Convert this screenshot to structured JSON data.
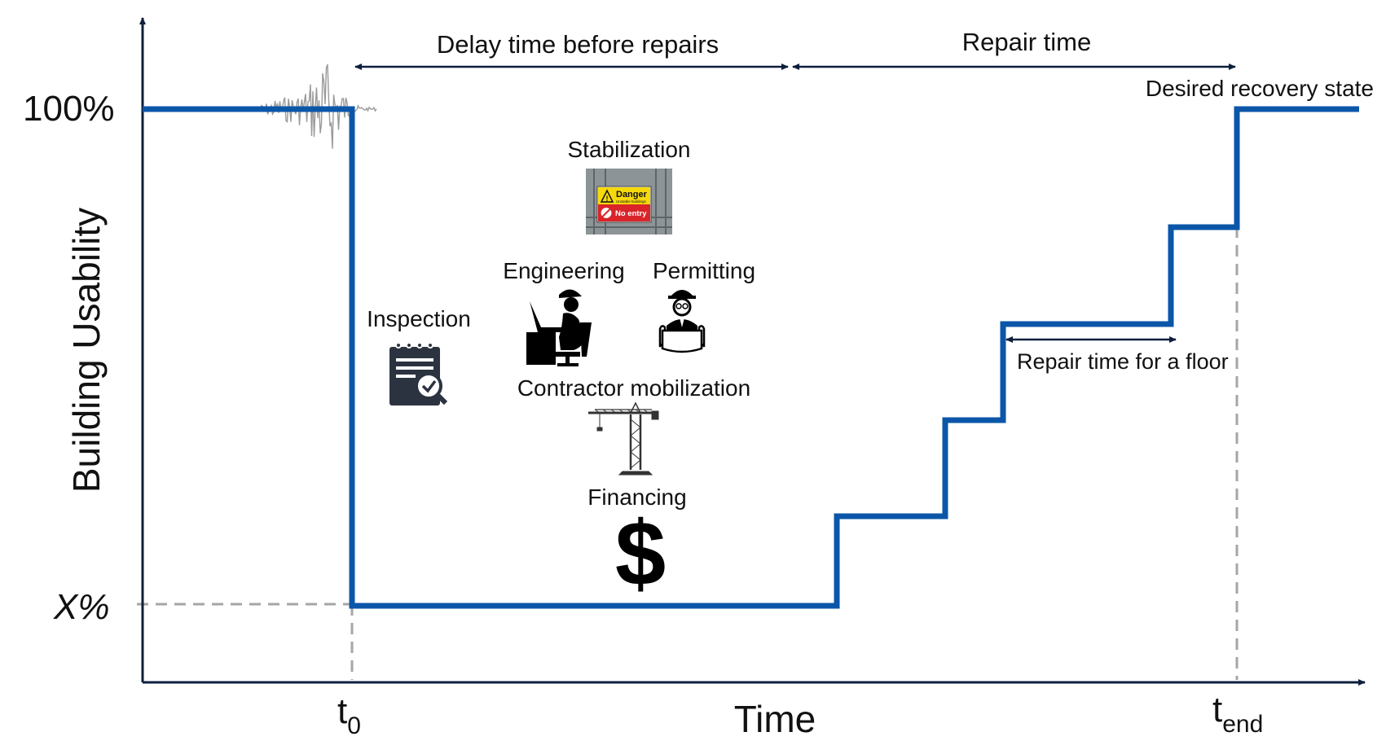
{
  "colors": {
    "curve": "#0b56a8",
    "axis": "#0d1f3c",
    "guide": "#a6a6a6",
    "text": "#111111",
    "dark_icon": "#2c3340"
  },
  "axes": {
    "y_label": "Building Usability",
    "x_label": "Time",
    "y_top": "100%",
    "y_low": "X%",
    "t0_main": "t",
    "t0_sub": "0",
    "tend_main": "t",
    "tend_sub": "end"
  },
  "annotations": {
    "delay": "Delay time before repairs",
    "repair": "Repair time",
    "desired": "Desired recovery state",
    "floor": "Repair time for a floor"
  },
  "activities": [
    {
      "label": "Stabilization",
      "icon": "danger-sign-icon"
    },
    {
      "label": "Engineering",
      "icon": "engineer-desk-icon"
    },
    {
      "label": "Permitting",
      "icon": "inspector-blueprint-icon"
    },
    {
      "label": "Inspection",
      "icon": "clipboard-check-icon"
    },
    {
      "label": "Contractor mobilization",
      "icon": "crane-icon"
    },
    {
      "label": "Financing",
      "icon": "dollar-icon"
    }
  ],
  "sign": {
    "line1": "Danger",
    "line2": "Unstable buildings",
    "line3": "No entry"
  },
  "dollar_symbol": "$"
}
